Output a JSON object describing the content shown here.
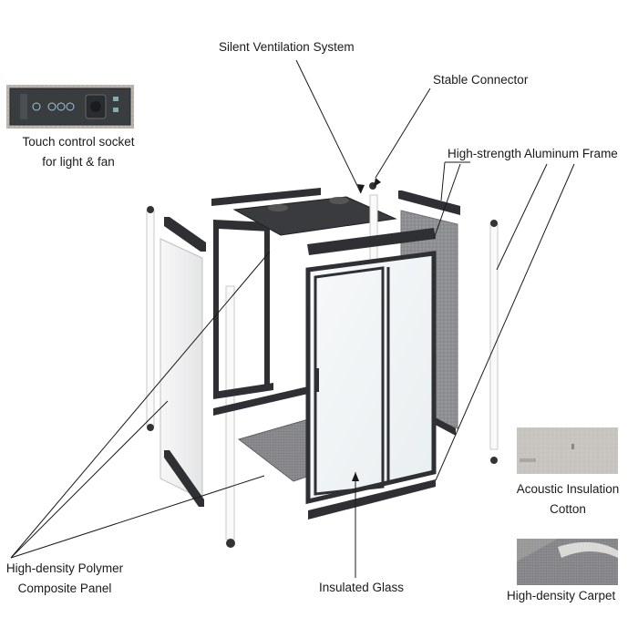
{
  "labels": {
    "ventilation": "Silent Ventilation System",
    "connector": "Stable Connector",
    "touch_control_line1": "Touch control socket",
    "touch_control_line2": "for light & fan",
    "frame": "High-strength Aluminum Frame",
    "acoustic_line1": "Acoustic Insulation",
    "acoustic_line2": "Cotton",
    "panel_line1": "High-density Polymer",
    "panel_line2": "Composite Panel",
    "glass": "Insulated Glass",
    "carpet": "High-density Carpet"
  },
  "colors": {
    "frame_dark": "#2f3033",
    "panel_white": "#f1f2f2",
    "felt_gray": "#8c8d90",
    "carpet_gray": "#7c7d80",
    "socket_plate": "#3a3d40",
    "leader_line": "#1a1a1a"
  },
  "icons": {
    "socket": "touch-control-socket-icon",
    "acoustic": "acoustic-cotton-swatch",
    "carpet": "carpet-swatch"
  }
}
